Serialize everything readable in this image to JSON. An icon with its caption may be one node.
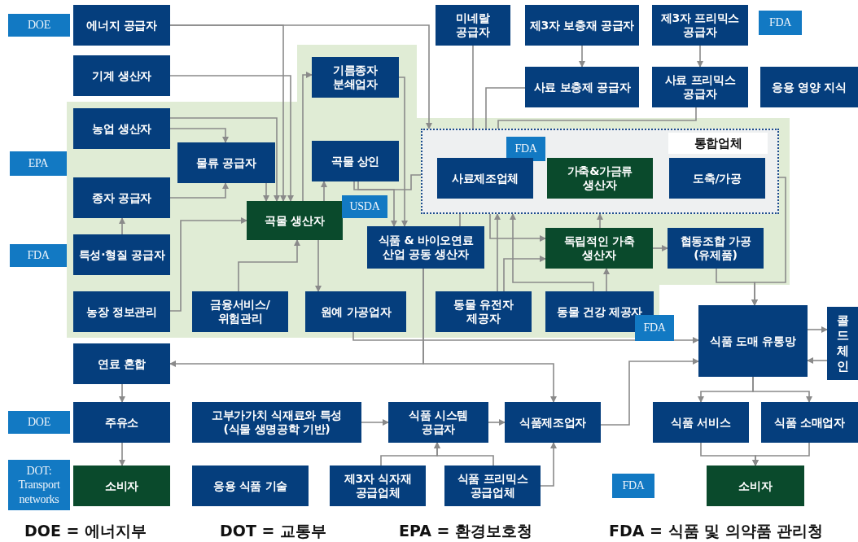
{
  "diagram": {
    "nodes": [
      {
        "text": [
          "DOE"
        ]
      },
      {
        "text": [
          "에너지 공급자"
        ]
      },
      {
        "text": [
          "기계 생산자"
        ]
      },
      {
        "text": [
          "농업 생산자"
        ]
      },
      {
        "text": [
          "물류 공급자"
        ]
      },
      {
        "text": [
          "EPA"
        ]
      },
      {
        "text": [
          "종자 공급자"
        ]
      },
      {
        "text": [
          "곡물 생산자"
        ]
      },
      {
        "text": [
          "FDA"
        ]
      },
      {
        "text": [
          "특성·형질 공급자"
        ]
      },
      {
        "text": [
          "농장 정보관리"
        ]
      },
      {
        "text": [
          "금융서비스/ 위험관리"
        ]
      },
      {
        "text": [
          "원예 가공업자"
        ]
      },
      {
        "text": [
          "기름종자 분쇄업자"
        ]
      },
      {
        "text": [
          "곡물 상인"
        ]
      },
      {
        "text": [
          "USDA"
        ]
      },
      {
        "text": [
          "식품 & 바이오연료 산업 공동 생산자"
        ]
      },
      {
        "text": [
          "미네랄 공급자"
        ]
      },
      {
        "text": [
          "제3자 보충재 공급자"
        ]
      },
      {
        "text": [
          "제3자 프리믹스 공급자"
        ]
      },
      {
        "text": [
          "FDA"
        ]
      },
      {
        "text": [
          "사료 보충제 공급자"
        ]
      },
      {
        "text": [
          "사료 프리믹스 공급자"
        ]
      },
      {
        "text": [
          "응용 영양 지식"
        ]
      },
      {
        "text": [
          "통합업체"
        ]
      },
      {
        "text": [
          "FDA"
        ],
        "in": 24
      },
      {
        "text": [
          "사료제조업체"
        ],
        "in": 24
      },
      {
        "text": [
          "가축&가금류 생산자"
        ],
        "in": 24
      },
      {
        "text": [
          "도축/가공"
        ],
        "in": 24
      },
      {
        "text": [
          "독립적인 가축 생산자"
        ]
      },
      {
        "text": [
          "협동조합 가공 (유제품)"
        ]
      },
      {
        "text": [
          "동물 유전자 제공자"
        ]
      },
      {
        "text": [
          "동물 건강 제공자"
        ]
      },
      {
        "text": [
          "FDA"
        ]
      },
      {
        "text": [
          "식품 도매 유통망"
        ]
      },
      {
        "text": [
          "콜드체인"
        ]
      },
      {
        "text": [
          "연료 혼합"
        ]
      },
      {
        "text": [
          "주유소"
        ]
      },
      {
        "text": [
          "DOE"
        ]
      },
      {
        "text": [
          "고부가가치 식재료와 특성 (식물 생명공학 기반)"
        ]
      },
      {
        "text": [
          "식품 시스템 공급자"
        ]
      },
      {
        "text": [
          "식품제조업자"
        ]
      },
      {
        "text": [
          "식품 서비스"
        ]
      },
      {
        "text": [
          "식품 소매업자"
        ]
      },
      {
        "text": [
          "DOT: Transport networks"
        ]
      },
      {
        "text": [
          "소비자"
        ]
      },
      {
        "text": [
          "응용 식품 기술"
        ]
      },
      {
        "text": [
          "제3자 식자재 공급업체"
        ]
      },
      {
        "text": [
          "식품 프리믹스 공급업체"
        ]
      },
      {
        "text": [
          "FDA"
        ]
      },
      {
        "text": [
          "소비자"
        ]
      }
    ],
    "edges": [
      {
        "from": 1,
        "to": 7,
        "arrow": "to"
      },
      {
        "from": 1,
        "to": 24,
        "arrow": "to"
      },
      {
        "from": 2,
        "to": 7,
        "arrow": "to"
      },
      {
        "from": 3,
        "to": 7,
        "arrow": "to"
      },
      {
        "from": 3,
        "to": 4,
        "arrow": "to"
      },
      {
        "from": 6,
        "to": 4,
        "arrow": "to"
      },
      {
        "from": 4,
        "to": 7,
        "arrow": "to"
      },
      {
        "from": 9,
        "to": 6,
        "arrow": "to"
      },
      {
        "from": 10,
        "to": 7,
        "arrow": "to"
      },
      {
        "from": 11,
        "to": 7,
        "arrow": "to"
      },
      {
        "from": 7,
        "to": 12,
        "arrow": "to"
      },
      {
        "from": 7,
        "to": 13,
        "arrow": "to"
      },
      {
        "from": 7,
        "to": 14,
        "arrow": "to"
      },
      {
        "from": 14,
        "to": 26,
        "arrow": "to"
      },
      {
        "from": 14,
        "to": 16,
        "arrow": "to"
      },
      {
        "from": 13,
        "to": 16,
        "arrow": "to"
      },
      {
        "from": 16,
        "to": 26,
        "arrow": "to"
      },
      {
        "from": 16,
        "to": 36,
        "arrow": "to"
      },
      {
        "from": 16,
        "to": 41,
        "arrow": "to"
      },
      {
        "from": 12,
        "to": 34,
        "arrow": "to"
      },
      {
        "from": 26,
        "to": 29,
        "arrow": "to"
      },
      {
        "from": 31,
        "to": 24,
        "arrow": "to"
      },
      {
        "from": 31,
        "to": 29,
        "arrow": "to"
      },
      {
        "from": 32,
        "to": 24,
        "arrow": "to"
      },
      {
        "from": 32,
        "to": 29,
        "arrow": "to"
      },
      {
        "from": 29,
        "to": 24,
        "arrow": "to"
      },
      {
        "from": 29,
        "to": 30,
        "arrow": "to"
      },
      {
        "from": 30,
        "to": 34,
        "arrow": "to"
      },
      {
        "from": 28,
        "to": 34,
        "arrow": "to"
      },
      {
        "from": 17,
        "to": 26,
        "arrow": "to"
      },
      {
        "from": 21,
        "to": 26,
        "arrow": "to"
      },
      {
        "from": 22,
        "to": 26,
        "arrow": "to"
      },
      {
        "from": 18,
        "to": 21,
        "arrow": "to"
      },
      {
        "from": 19,
        "to": 22,
        "arrow": "to"
      },
      {
        "from": 34,
        "to": 35,
        "arrow": "to"
      },
      {
        "from": 35,
        "to": 34,
        "arrow": "to"
      },
      {
        "from": 34,
        "to": 42,
        "arrow": "to"
      },
      {
        "from": 34,
        "to": 43,
        "arrow": "to"
      },
      {
        "from": 42,
        "to": 50,
        "arrow": "to"
      },
      {
        "from": 43,
        "to": 50,
        "arrow": "to"
      },
      {
        "from": 36,
        "to": 37,
        "arrow": "to"
      },
      {
        "from": 37,
        "to": 45,
        "arrow": "to"
      },
      {
        "from": 39,
        "to": 40,
        "arrow": "to"
      },
      {
        "from": 40,
        "to": 41,
        "arrow": "to"
      },
      {
        "from": 47,
        "to": 40,
        "arrow": "to"
      },
      {
        "from": 48,
        "to": 40,
        "arrow": "to"
      },
      {
        "from": 48,
        "to": 41,
        "arrow": "to"
      },
      {
        "from": 41,
        "to": 34,
        "arrow": "to"
      }
    ],
    "labels": [
      "DOE = 에너지부",
      "DOT = 교통부",
      "EPA = 환경보호청",
      "FDA = 식품 및 의약품 관리청"
    ]
  }
}
